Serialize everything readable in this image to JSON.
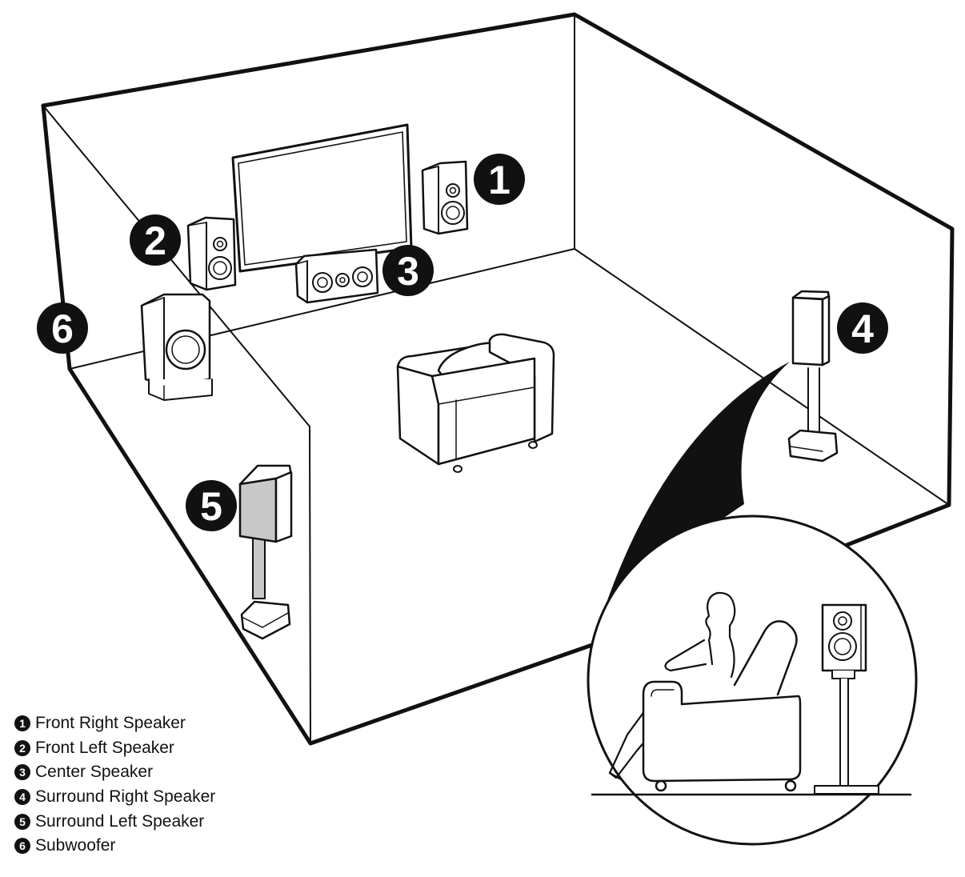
{
  "speakers": [
    {
      "number": "1",
      "label": "Front Right Speaker",
      "icon": "bookshelf-speaker-icon"
    },
    {
      "number": "2",
      "label": "Front Left Speaker",
      "icon": "bookshelf-speaker-icon"
    },
    {
      "number": "3",
      "label": "Center Speaker",
      "icon": "center-speaker-icon"
    },
    {
      "number": "4",
      "label": "Surround Right Speaker",
      "icon": "stand-speaker-icon"
    },
    {
      "number": "5",
      "label": "Surround Left Speaker",
      "icon": "stand-speaker-icon"
    },
    {
      "number": "6",
      "label": "Subwoofer",
      "icon": "subwoofer-icon"
    }
  ],
  "colors": {
    "ink": "#111111",
    "background": "#ffffff",
    "speaker_side": "#c8c8c8"
  }
}
